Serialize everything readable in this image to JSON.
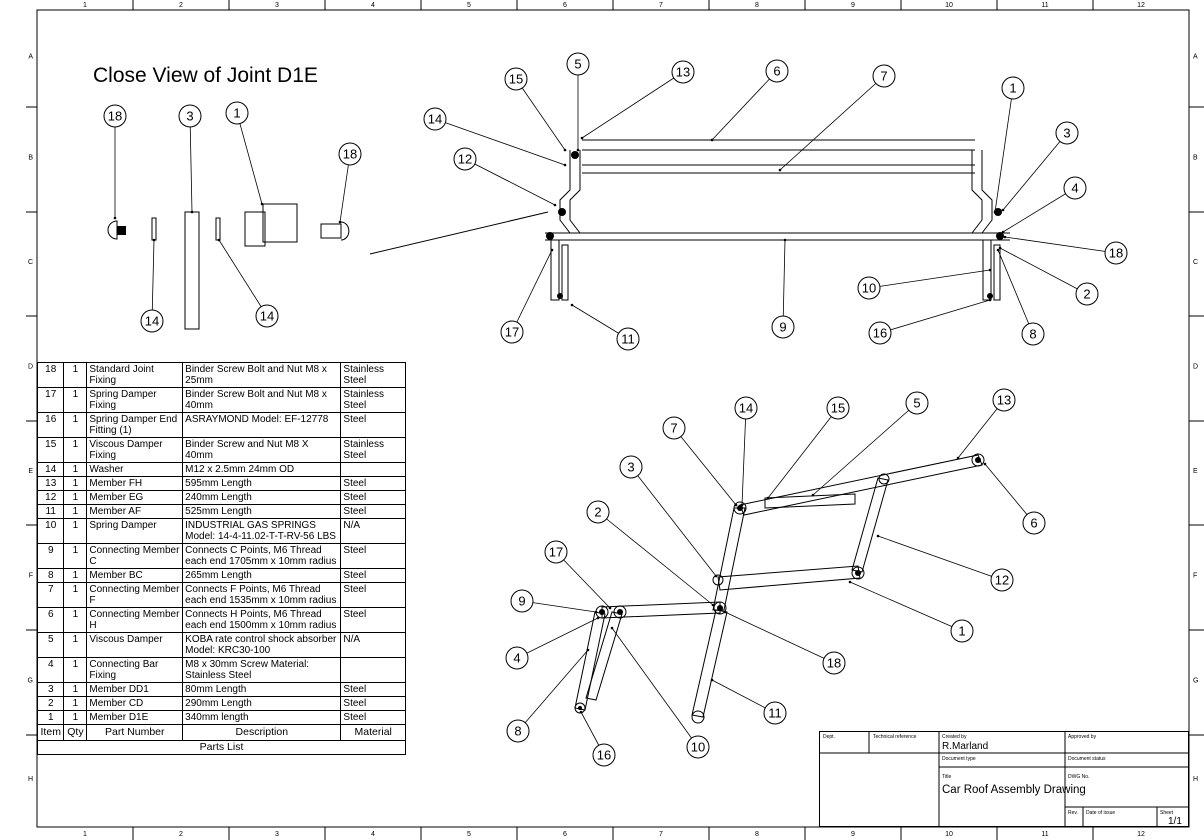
{
  "drawing": {
    "detail_title": "Close View of Joint D1E",
    "col_labels": [
      "1",
      "2",
      "3",
      "4",
      "5",
      "6",
      "7",
      "8",
      "9",
      "10",
      "11",
      "12"
    ],
    "row_labels": [
      "A",
      "B",
      "C",
      "D",
      "E",
      "F",
      "G",
      "H"
    ]
  },
  "balloons": {
    "detail": [
      "18",
      "3",
      "1",
      "18",
      "14",
      "14"
    ],
    "front": [
      "15",
      "5",
      "13",
      "6",
      "7",
      "1",
      "14",
      "12",
      "3",
      "4",
      "18",
      "10",
      "2",
      "17",
      "11",
      "9",
      "16",
      "8"
    ],
    "iso": [
      "14",
      "15",
      "5",
      "13",
      "7",
      "3",
      "6",
      "2",
      "17",
      "12",
      "9",
      "1",
      "18",
      "4",
      "11",
      "8",
      "16",
      "10"
    ]
  },
  "parts_list": {
    "caption": "Parts List",
    "headers": [
      "Item",
      "Qty",
      "Part Number",
      "Description",
      "Material"
    ],
    "rows": [
      {
        "item": "18",
        "qty": "1",
        "part": "Standard Joint Fixing",
        "desc": "Binder Screw Bolt and Nut M8 x 25mm",
        "mat": "Stainless Steel"
      },
      {
        "item": "17",
        "qty": "1",
        "part": "Spring Damper Fixing",
        "desc": "Binder Screw Bolt and Nut M8 x 40mm",
        "mat": "Stainless Steel"
      },
      {
        "item": "16",
        "qty": "1",
        "part": "Spring Damper End Fitting (1)",
        "desc": "ASRAYMOND Model: EF-12778",
        "mat": "Steel"
      },
      {
        "item": "15",
        "qty": "1",
        "part": "Viscous Damper Fixing",
        "desc": "Binder Screw and Nut M8 X 40mm",
        "mat": "Stainless Steel"
      },
      {
        "item": "14",
        "qty": "1",
        "part": "Washer",
        "desc": "M12 x 2.5mm 24mm OD",
        "mat": ""
      },
      {
        "item": "13",
        "qty": "1",
        "part": "Member  FH",
        "desc": "595mm Length",
        "mat": "Steel"
      },
      {
        "item": "12",
        "qty": "1",
        "part": "Member  EG",
        "desc": "240mm Length",
        "mat": "Steel"
      },
      {
        "item": "11",
        "qty": "1",
        "part": "Member  AF",
        "desc": "525mm Length",
        "mat": "Steel"
      },
      {
        "item": "10",
        "qty": "1",
        "part": "Spring Damper",
        "desc": "INDUSTRIAL GAS SPRINGS Model: 14-4-11.02-T-T-RV-56 LBS",
        "mat": "N/A"
      },
      {
        "item": "9",
        "qty": "1",
        "part": "Connecting Member C",
        "desc": "Connects C Points, M6 Thread each end 1705mm x 10mm radius",
        "mat": "Steel"
      },
      {
        "item": "8",
        "qty": "1",
        "part": "Member  BC",
        "desc": "265mm Length",
        "mat": "Steel"
      },
      {
        "item": "7",
        "qty": "1",
        "part": "Connecting Member F",
        "desc": "Connects F Points, M6 Thread each end 1535mm x 10mm radius",
        "mat": "Steel"
      },
      {
        "item": "6",
        "qty": "1",
        "part": "Connecting Member H",
        "desc": "Connects H Points, M6 Thread each end 1500mm x 10mm radius",
        "mat": "Steel"
      },
      {
        "item": "5",
        "qty": "1",
        "part": "Viscous Damper",
        "desc": "KOBA rate control shock absorber Model: KRC30-100",
        "mat": "N/A"
      },
      {
        "item": "4",
        "qty": "1",
        "part": "Connecting Bar Fixing",
        "desc": "M8 x 30mm Screw Material: Stainless Steel",
        "mat": ""
      },
      {
        "item": "3",
        "qty": "1",
        "part": "Member  DD1",
        "desc": "80mm Length",
        "mat": "Steel"
      },
      {
        "item": "2",
        "qty": "1",
        "part": "Member  CD",
        "desc": "290mm Length",
        "mat": "Steel"
      },
      {
        "item": "1",
        "qty": "1",
        "part": "Member  D1E",
        "desc": "340mm length",
        "mat": "Steel"
      }
    ]
  },
  "title_block": {
    "dept_label": "Dept.",
    "tech_ref_label": "Technical reference",
    "created_by_label": "Created by",
    "created_by": "R.Marland",
    "approved_by_label": "Approved by",
    "doc_type_label": "Document type",
    "doc_status_label": "Document status",
    "title_label": "Title",
    "title": "Car Roof Assembly Drawing",
    "dwg_no_label": "DWG No.",
    "rev_label": "Rev.",
    "date_label": "Date of issue",
    "sheet_label": "Sheet",
    "sheet": "1/1"
  }
}
